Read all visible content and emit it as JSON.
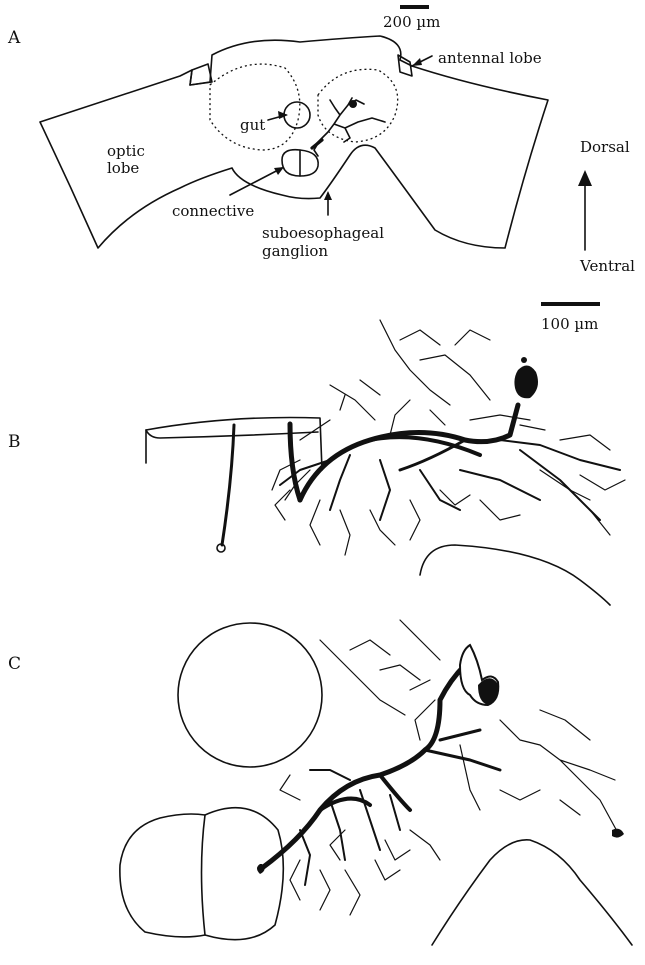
{
  "panels": {
    "A": {
      "letter": "A",
      "scalebar": "200 µm",
      "labels": {
        "antennal_lobe": "antennal lobe",
        "gut": "gut",
        "optic_lobe_1": "optic",
        "optic_lobe_2": "lobe",
        "connective": "connective",
        "suboesophageal_1": "suboesophageal",
        "suboesophageal_2": "ganglion",
        "dorsal": "Dorsal",
        "ventral": "Ventral"
      }
    },
    "B": {
      "letter": "B",
      "scalebar": "100 µm"
    },
    "C": {
      "letter": "C"
    }
  }
}
